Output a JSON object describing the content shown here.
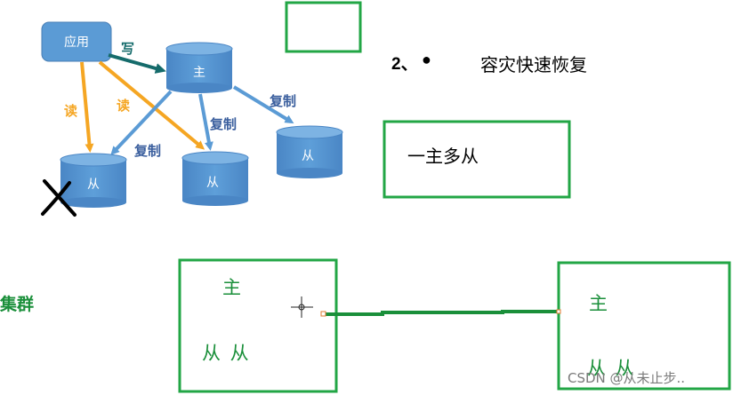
{
  "diagram": {
    "app_label": "应用",
    "write_label": "写",
    "read_label": "读",
    "copy_label": "复制",
    "master_label": "主",
    "slave_label": "从"
  },
  "heading": {
    "number": "2、",
    "bullet": "●",
    "text": "容灾快速恢复"
  },
  "note_box": {
    "text": "一主多从"
  },
  "cluster_label": "集群",
  "cluster_left": {
    "master": "主",
    "slaves": "从 从"
  },
  "cluster_right": {
    "master": "主",
    "slaves": "从 从"
  },
  "watermark": "CSDN @从未止步..",
  "colors": {
    "green_border": "#22a645",
    "green_text": "#1a8f3a",
    "cylinder": "#5b9bd5",
    "arrow_orange": "#f5a623",
    "arrow_blue": "#5b9bd5",
    "arrow_teal": "#156b6b"
  }
}
